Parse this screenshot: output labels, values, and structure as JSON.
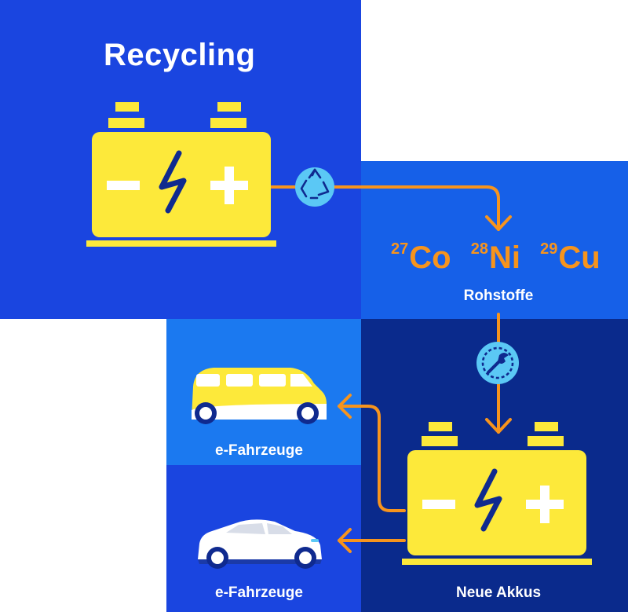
{
  "title": "Recycling",
  "raw_materials": {
    "elements": [
      {
        "number": "27",
        "symbol": "Co"
      },
      {
        "number": "28",
        "symbol": "Ni"
      },
      {
        "number": "29",
        "symbol": "Cu"
      }
    ],
    "label": "Rohstoffe"
  },
  "vehicles": {
    "van_label": "e-Fahrzeuge",
    "car_label": "e-Fahrzeuge"
  },
  "new_batteries_label": "Neue Akkus",
  "colors": {
    "royal_blue": "#1a45e0",
    "medium_blue": "#1660e8",
    "light_blue": "#1b79f0",
    "navy": "#0a2a8c",
    "battery_yellow": "#fde93a",
    "arrow_orange": "#f7941d",
    "icon_cyan": "#5bc8f5"
  },
  "icons": {
    "recycle": "recycle-icon",
    "service": "wrench-gear-icon"
  }
}
